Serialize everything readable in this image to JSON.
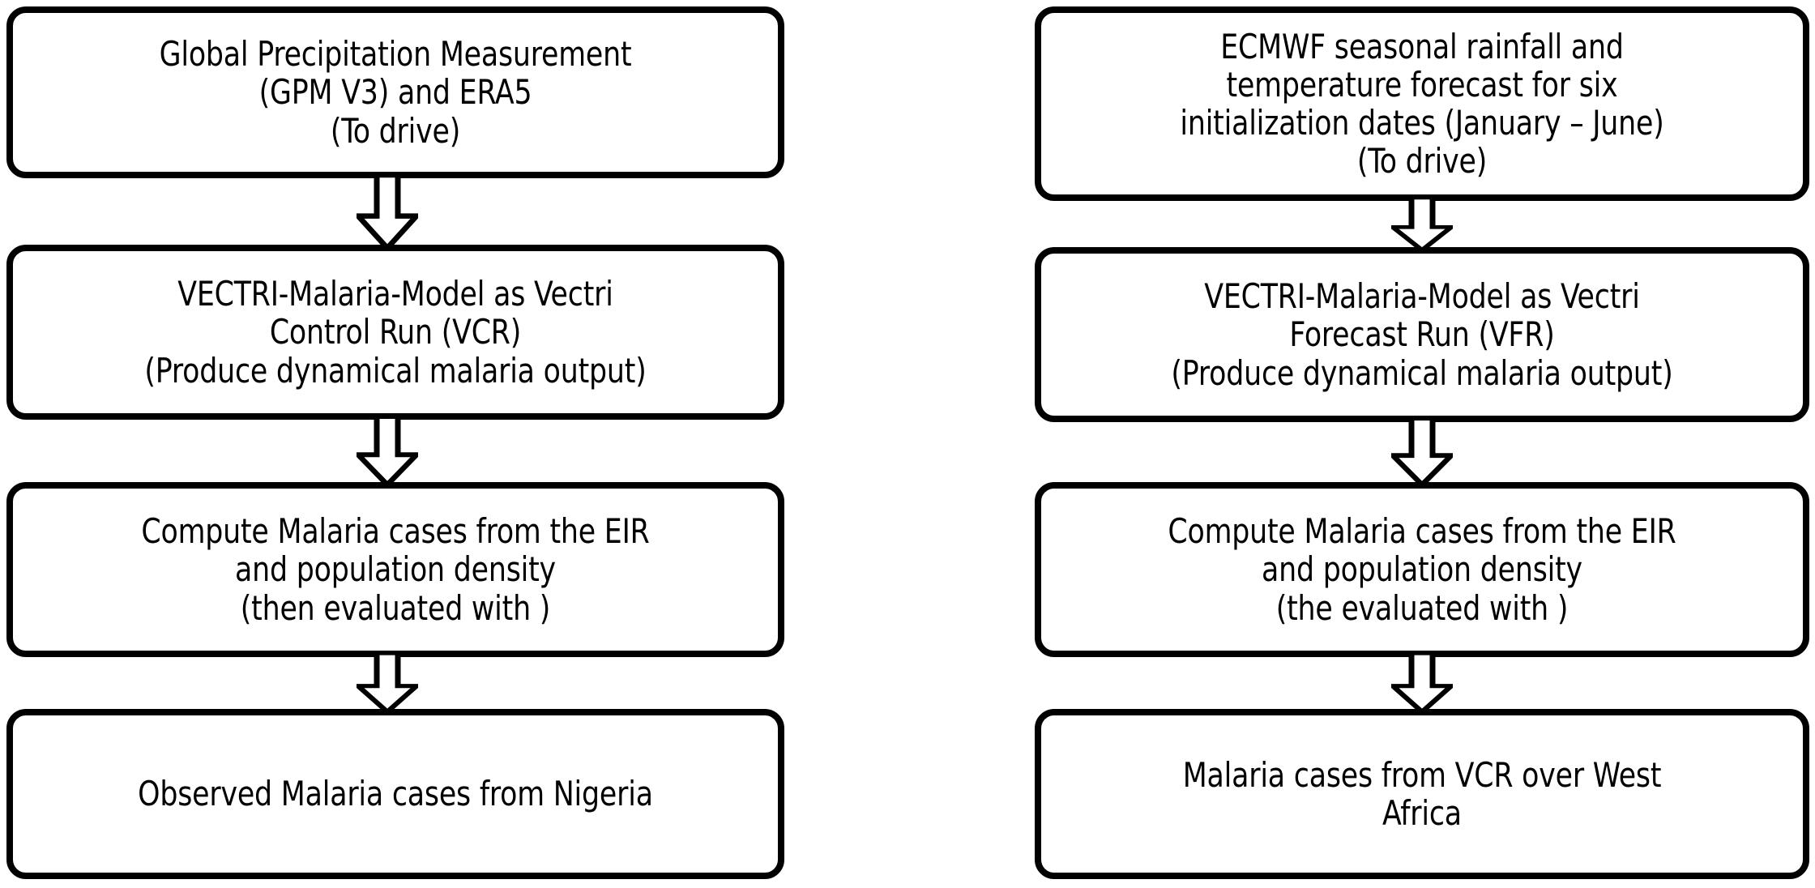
{
  "diagram": {
    "title": "Malaria modelling workflow flowchart",
    "background_color": "#ffffff",
    "stroke_color": "#000000",
    "text_color": "#000000",
    "columns": [
      {
        "name": "control-run-pipeline",
        "nodes": [
          {
            "id": "gpm-era5",
            "text": "Global Precipitation Measurement\n(GPM V3) and ERA5\n(To drive)"
          },
          {
            "id": "vectri-control-run",
            "text": "VECTRI-Malaria-Model as Vectri\nControl Run (VCR)\n(Produce dynamical malaria output)"
          },
          {
            "id": "compute-cases-control",
            "text": "Compute Malaria cases from the EIR\nand population density\n(then evaluated with )"
          },
          {
            "id": "observed-cases-nigeria",
            "text": "Observed  Malaria cases from Nigeria"
          }
        ],
        "arrows": [
          {
            "id": "arrow-gpm-to-vcr",
            "direction": "down"
          },
          {
            "id": "arrow-vcr-to-compute",
            "direction": "down"
          },
          {
            "id": "arrow-compute-to-observed",
            "direction": "down"
          }
        ]
      },
      {
        "name": "forecast-run-pipeline",
        "nodes": [
          {
            "id": "ecmwf-forecast",
            "text": "ECMWF seasonal rainfall and\ntemperature forecast for six\ninitialization dates (January – June)\n(To drive)"
          },
          {
            "id": "vectri-forecast-run",
            "text": "VECTRI-Malaria-Model as Vectri\nForecast Run (VFR)\n(Produce dynamical malaria output)"
          },
          {
            "id": "compute-cases-forecast",
            "text": "Compute Malaria cases from the EIR\nand population density\n(the evaluated with )"
          },
          {
            "id": "cases-vcr-west-africa",
            "text": "Malaria cases from VCR over West\nAfrica"
          }
        ],
        "arrows": [
          {
            "id": "arrow-ecmwf-to-vfr",
            "direction": "down"
          },
          {
            "id": "arrow-vfr-to-compute",
            "direction": "down"
          },
          {
            "id": "arrow-compute-to-cases",
            "direction": "down"
          }
        ]
      }
    ]
  }
}
